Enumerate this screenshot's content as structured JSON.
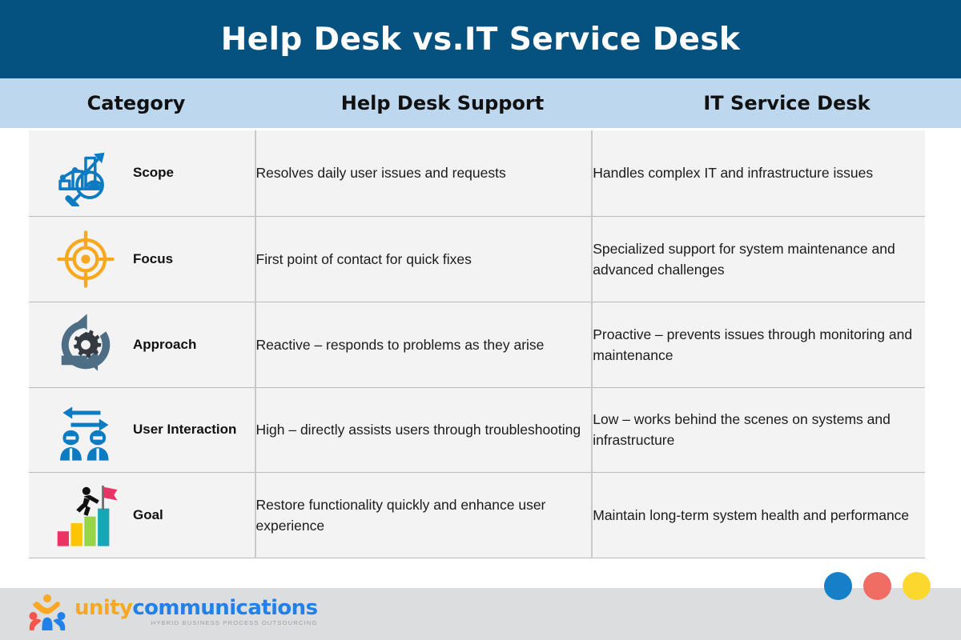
{
  "title": "Help Desk vs.IT Service Desk",
  "colors": {
    "banner_navy": "#05517F",
    "header_band_blue": "#BDD7EE",
    "cell_background": "#F3F3F3",
    "footer_gray": "#DCDDDE",
    "dot_blue": "#1580C8",
    "dot_coral": "#F06D63",
    "dot_yellow": "#FCD82E",
    "logo_orange": "#F7A823",
    "logo_blue": "#2281E8",
    "logo_red": "#F4564E"
  },
  "columns": [
    {
      "label": "Category"
    },
    {
      "label": "Help Desk Support"
    },
    {
      "label": "IT Service Desk"
    }
  ],
  "rows": [
    {
      "icon": "chart-magnifier-icon",
      "category": "Scope",
      "help_desk": "Resolves daily user issues and requests",
      "it_service_desk": "Handles complex IT and infrastructure issues"
    },
    {
      "icon": "crosshair-target-icon",
      "category": "Focus",
      "help_desk": "First point of contact for quick fixes",
      "it_service_desk": "Specialized support for system maintenance and advanced challenges"
    },
    {
      "icon": "gear-cycle-icon",
      "category": "Approach",
      "help_desk": "Reactive – responds to problems as they arise",
      "it_service_desk": "Proactive – prevents issues through monitoring and maintenance"
    },
    {
      "icon": "two-people-exchange-icon",
      "category": "User Interaction",
      "help_desk": "High – directly assists users through troubleshooting",
      "it_service_desk": "Low – works behind the scenes on systems and infrastructure"
    },
    {
      "icon": "goal-bars-flag-icon",
      "category": "Goal",
      "help_desk": "Restore functionality quickly and enhance user experience",
      "it_service_desk": "Maintain long-term system health and performance"
    }
  ],
  "footer": {
    "logo_word_1": "unity",
    "logo_word_2": "communications",
    "tagline": "HYBRID BUSINESS PROCESS OUTSOURCING",
    "dots": [
      "dot-blue",
      "dot-coral",
      "dot-yellow"
    ]
  }
}
